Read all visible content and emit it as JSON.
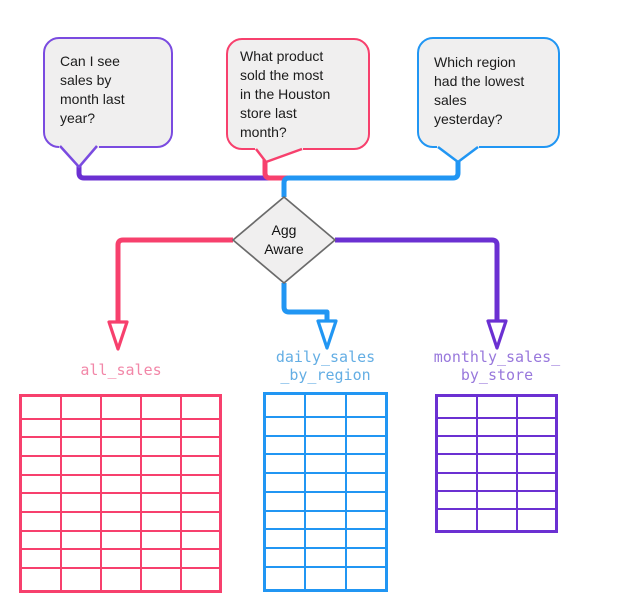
{
  "colors": {
    "purple": "#6B30D2",
    "purple-bubble": "#7A4BE0",
    "pink": "#F7406D",
    "blue": "#2196F3",
    "pink-label": "#F287A8",
    "blue-label": "#64AEE4",
    "purple-label": "#9878DC",
    "shape-fill": "#F0EFEF",
    "shape-stroke": "#6B6B6B"
  },
  "bubbles": [
    {
      "text": "Can I see\nsales by\nmonth last\nyear?"
    },
    {
      "text": "What product\nsold the most\nin the Houston\nstore last\nmonth?"
    },
    {
      "text": "Which region\nhad the lowest\nsales\nyesterday?"
    }
  ],
  "decision": {
    "label": "Agg\nAware"
  },
  "tables": [
    {
      "name": "all_sales",
      "columns": 5,
      "rows": 10
    },
    {
      "name": "daily_sales\n_by_region",
      "columns": 3,
      "rows": 10
    },
    {
      "name": "monthly_sales_\nby_store",
      "columns": 3,
      "rows": 7
    }
  ]
}
